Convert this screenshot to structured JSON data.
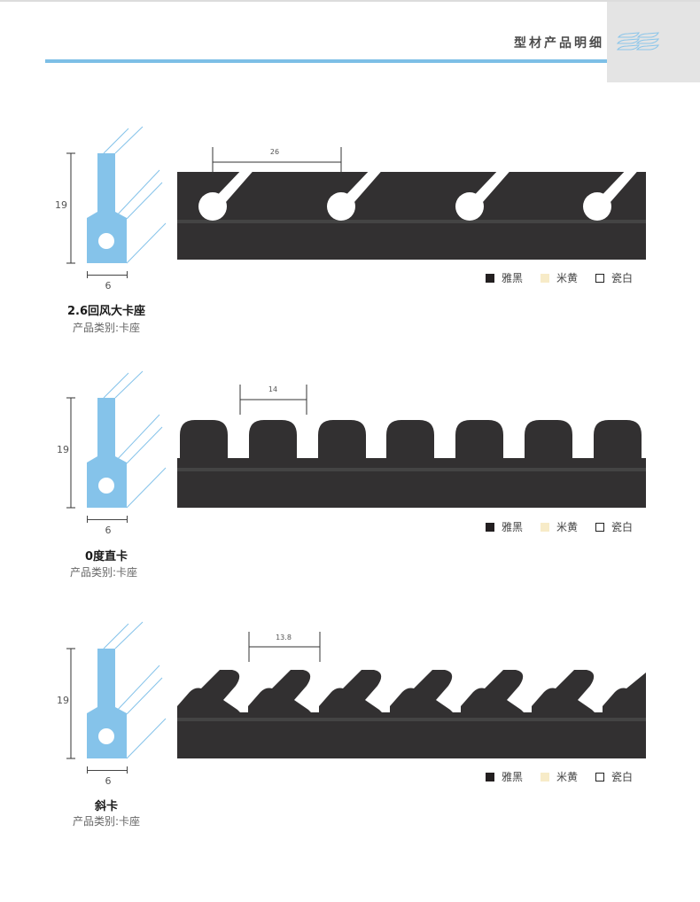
{
  "header": {
    "title": "型材产品明细",
    "accent_color": "#7dbfe6",
    "logo_icon": "wave-lines-logo-icon"
  },
  "colors": {
    "profile_blue": "#85c3ea",
    "strip_dark": "#323031",
    "strip_line": "#444444"
  },
  "legend": [
    {
      "label": "雅黑",
      "color": "#231f20",
      "style": "filled"
    },
    {
      "label": "米黄",
      "color": "#f7ebc8",
      "style": "filled"
    },
    {
      "label": "瓷白",
      "color": "#ffffff",
      "style": "outlined"
    }
  ],
  "products": [
    {
      "name": "2.6回风大卡座",
      "category": "产品类别:卡座",
      "height_dim": "19",
      "width_dim": "6",
      "pitch": "26",
      "strip_type": "round-hole-slot"
    },
    {
      "name": "0度直卡",
      "category": "产品类别:卡座",
      "height_dim": "19",
      "width_dim": "6",
      "pitch": "14",
      "strip_type": "straight-teeth"
    },
    {
      "name": "斜卡",
      "category": "产品类别:卡座",
      "height_dim": "19",
      "width_dim": "6",
      "pitch": "13.8",
      "strip_type": "slanted-teeth"
    }
  ]
}
